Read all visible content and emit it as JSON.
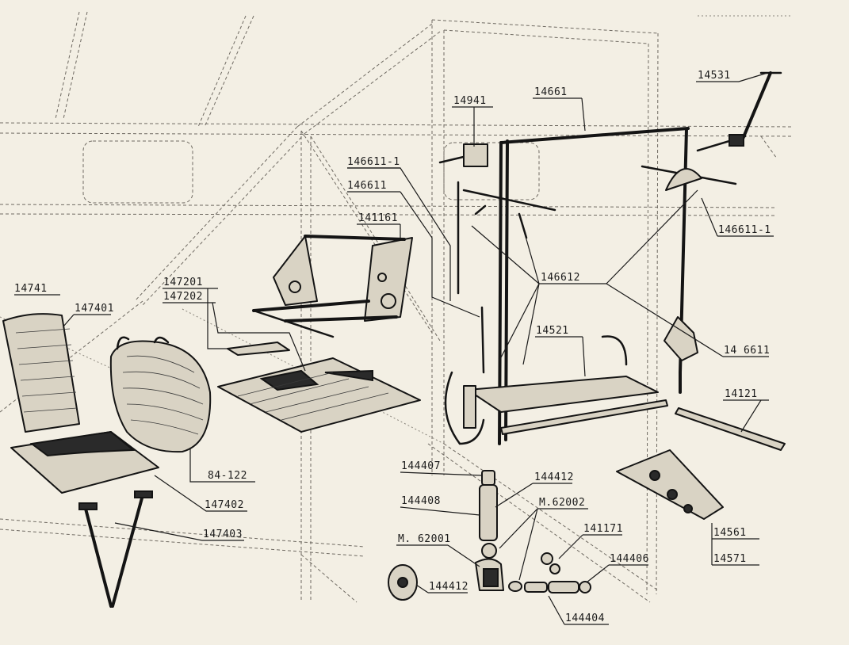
{
  "labels": {
    "l14741": "14741",
    "l147401": "147401",
    "l147201": "147201",
    "l147202": "147202",
    "l141161": "141161",
    "l146611_1a": "146611-1",
    "l146611": "146611",
    "l14941": "14941",
    "l14661": "14661",
    "l14531": "14531",
    "l146611_1b": "146611-1",
    "l146612": "146612",
    "l14521": "14521",
    "l14_6611": "14 6611",
    "l14121": "14121",
    "l84_122": "84-122",
    "l147402": "147402",
    "l147403": "147403",
    "l144407": "144407",
    "l144412a": "144412",
    "l144408": "144408",
    "lM62002": "M.62002",
    "l141171": "141171",
    "lM62001": "M. 62001",
    "l144406": "144406",
    "l144412b": "144412",
    "l144404": "144404",
    "l14561": "14561",
    "l14571": "14571"
  }
}
